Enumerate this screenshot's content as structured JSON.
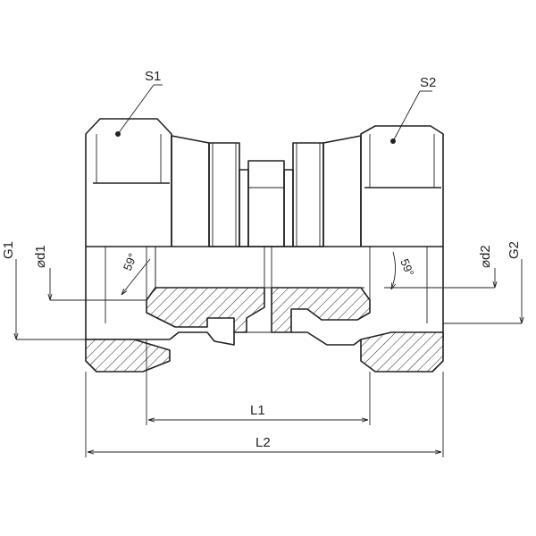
{
  "labels": {
    "s1": "S1",
    "s2": "S2",
    "g1": "G1",
    "g2": "G2",
    "d1": "⌀d1",
    "d2": "⌀d2",
    "angle_left": "59°",
    "angle_right": "59°",
    "l1": "L1",
    "l2": "L2"
  }
}
